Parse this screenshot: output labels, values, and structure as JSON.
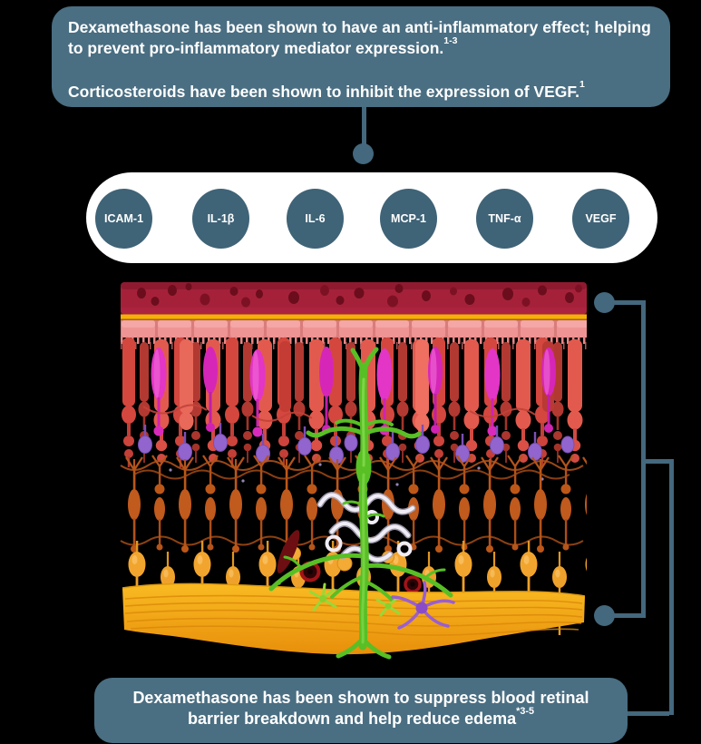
{
  "theme": {
    "background": "#000000",
    "panel": "#4a6e82",
    "connector": "#44687d",
    "badge": "#3f6377",
    "pill": "#ffffff",
    "text": "#ffffff"
  },
  "top_callout": {
    "p1": "Dexamethasone has been shown to have an anti-inflammatory effect; helping to prevent pro-inflammatory mediator expression.",
    "p1_sup": "1-3",
    "p2": "Corticosteroids have been shown to inhibit the expression of VEGF.",
    "p2_sup": "1"
  },
  "mediators": {
    "labels": [
      "ICAM-1",
      "IL-1β",
      "IL-6",
      "MCP-1",
      "TNF-α",
      "VEGF"
    ]
  },
  "bottom_callout": {
    "text": "Dexamethasone has been shown to suppress blood retinal barrier breakdown and help reduce edema",
    "sup": "*3-5"
  },
  "illustration": {
    "name": "retina-cross-section-3d",
    "layers": [
      {
        "name": "choroid-with-blood-cells",
        "color": "#a5213a"
      },
      {
        "name": "bruchs-membrane",
        "color": "#f3b108"
      },
      {
        "name": "retinal-pigment-epithelium",
        "color": "#ef9494"
      },
      {
        "name": "photoreceptor-rods",
        "color": "#d4473e"
      },
      {
        "name": "photoreceptor-cones",
        "color": "#e335c6"
      },
      {
        "name": "horizontal-cells",
        "color": "#9165cd"
      },
      {
        "name": "bipolar-cells",
        "color": "#c05a1d"
      },
      {
        "name": "amacrine-cells",
        "color": "#efecf6"
      },
      {
        "name": "muller-glial-cell",
        "color": "#58bf25"
      },
      {
        "name": "ganglion-cells",
        "color": "#f2a52e"
      },
      {
        "name": "nerve-fiber-layer",
        "color": "#f0a316"
      },
      {
        "name": "microglia",
        "color": "#9a5ed2"
      },
      {
        "name": "blood-vessels",
        "color": "#8c1113"
      }
    ]
  }
}
